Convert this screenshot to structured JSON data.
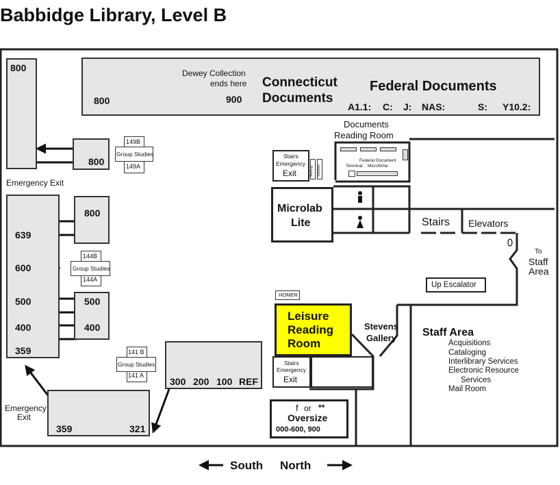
{
  "title": "Babbidge Library, Level B",
  "colors": {
    "leisure_fill": "#ffff00",
    "shelf_fill": "#e6e6e6",
    "wall": "#222222"
  },
  "top_stacks": {
    "left_call": "800",
    "dewey_note_1": "Dewey Collection",
    "dewey_note_2": "ends here",
    "right_call": "900",
    "ct_1": "Connecticut",
    "ct_2": "Documents",
    "federal": "Federal Documents",
    "sudoc": [
      "A1.1:",
      "C:",
      "J:",
      "NAS:",
      "S:",
      "Y10.2:"
    ]
  },
  "left_stack_top": "800",
  "upper_small_stack": "800",
  "group_studies_1": {
    "top": "149B",
    "label": "Group Studies",
    "bottom": "149A"
  },
  "emergency_exit_left": "Emergency Exit",
  "middle_small_stack": "800",
  "long_stack": [
    "639",
    "600",
    "500",
    "400",
    "359"
  ],
  "group_studies_2": {
    "top": "144B",
    "label": "Group Studies",
    "bottom": "144A"
  },
  "small_stack_500": "500",
  "small_stack_400": "400",
  "group_studies_3": {
    "top": "141 B",
    "label": "Group Studies",
    "bottom": "141 A"
  },
  "emergency_exit_bottom": {
    "line1": "Emergency",
    "line2": "Exit"
  },
  "bottom_stack": {
    "left": "359",
    "right": "321"
  },
  "ref_stack": [
    "300",
    "200",
    "100",
    "REF"
  ],
  "stairs_top": {
    "line1": "Stairs",
    "line2": "Emergency",
    "line3": "Exit",
    "shelves_1": "Sorting",
    "shelves_2": "Shelves"
  },
  "docs_reading": {
    "line1": "Documents",
    "line2": "Reading Room",
    "terminal": "Terminal",
    "fed1": "Federal Document",
    "fed2": "Microfiche"
  },
  "microlab": {
    "line1": "Microlab",
    "line2": "Lite"
  },
  "stairs_label": "Stairs",
  "elevators_label": "Elevators",
  "to_staff": {
    "line1": "To",
    "line2": "Staff",
    "line3": "Area"
  },
  "up_escalator": "Up Escalator",
  "homer": "HOMER",
  "leisure": {
    "line1": "Leisure",
    "line2": "Reading",
    "line3": "Room"
  },
  "stevens": {
    "line1": "Stevens",
    "line2": "Gallery"
  },
  "staff_area": {
    "title": "Staff Area",
    "items": [
      "Acquisitions",
      "Cataloging",
      "Interlibrary Services",
      "Electronic Resource",
      "Services",
      "Mail Room"
    ]
  },
  "stairs_bottom": {
    "line1": "Stairs",
    "line2": "Emergency",
    "line3": "Exit"
  },
  "oversize": {
    "line1_f": "f",
    "line1_or": "or",
    "line1_star": "**",
    "line2": "Oversize",
    "line3": "000-600, 900"
  },
  "compass": {
    "south": "South",
    "north": "North"
  }
}
